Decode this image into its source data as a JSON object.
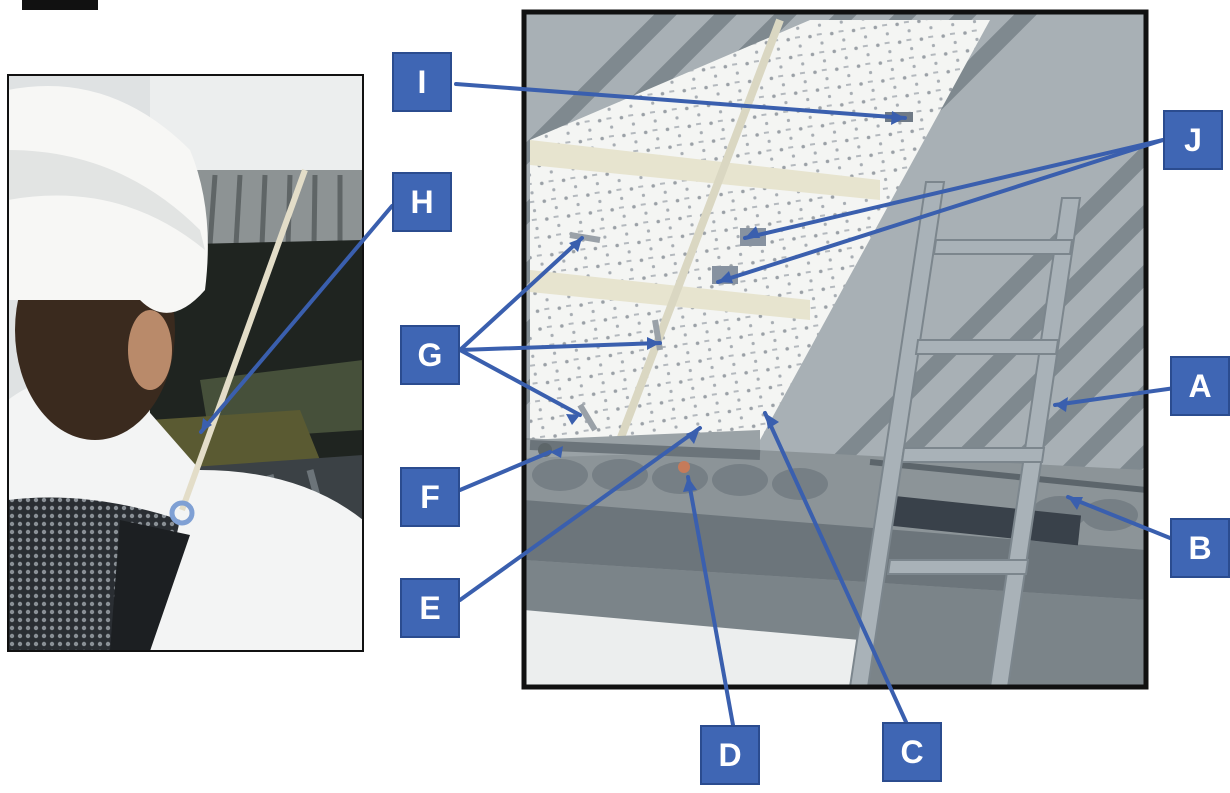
{
  "colors": {
    "callout_fill": "#3f66b4",
    "callout_text": "#ffffff",
    "leader_line": "#3a5fae",
    "frame": "#111111",
    "roof_sheet": "#9aa3a8",
    "walkway": "#f2f3f1",
    "ladder": "#a9b2b8"
  },
  "photo_panel": {
    "subject": "worker-in-hard-hat-with-harness-and-lifeline"
  },
  "rendering_panel": {
    "subject": "roof-walkway-and-ladder-rendering"
  },
  "callouts": {
    "A": "A",
    "B": "B",
    "C": "C",
    "D": "D",
    "E": "E",
    "F": "F",
    "G": "G",
    "H": "H",
    "I": "I",
    "J": "J"
  }
}
